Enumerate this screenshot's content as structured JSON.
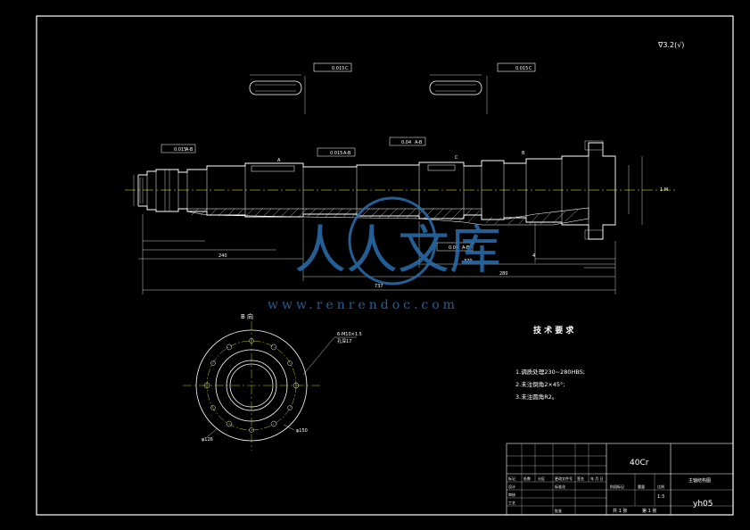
{
  "roughness_note": "∇3.2(√)",
  "key_sketches": {
    "left": {
      "tol": "0.015",
      "datum": "C"
    },
    "right": {
      "tol": "0.015",
      "datum": "C"
    }
  },
  "shaft": {
    "tol_boxes": [
      "0.015",
      "A-B",
      "0.015",
      "A-B",
      "0.04",
      "A-B",
      "0.04",
      "A-B"
    ],
    "datum_labels": [
      "A",
      "B",
      "C"
    ],
    "overall_lengths": {
      "total": "737",
      "left_seg": "240",
      "right_seg": "280",
      "mid_dim": "370",
      "small": "4"
    },
    "section_label": "1 M"
  },
  "view_b": {
    "title": "B 向",
    "note_line1": "6-M10×1.5",
    "note_line2": "孔深17",
    "dia1": "φ126",
    "dia2": "φ150"
  },
  "tech_req": {
    "title": "技 术 要 求",
    "items": [
      "1.调质处理230~280HBS;",
      "2.未注倒角2×45°;",
      "3.未注圆角R2。"
    ]
  },
  "title_block": {
    "material": "40Cr",
    "part_name": "主轴结构图",
    "drawing_no": "yh05",
    "scale": "1:3",
    "sheets": "共 1 张",
    "sheet_no": "第 1 张",
    "labels": [
      "标记",
      "处数",
      "分区",
      "更改文件号",
      "签名",
      "年 月 日",
      "设计",
      "标准化",
      "审核",
      "工艺",
      "批准",
      "阶段标记",
      "重量",
      "比例"
    ]
  },
  "watermark": {
    "chars": "人人文库",
    "url": "www.renrendoc.com"
  },
  "colors": {
    "line": "#ffffff",
    "dim": "#ff3030",
    "center": "#ffff00",
    "hatch": "#ffffff",
    "watermark": "#2a6fb0"
  }
}
